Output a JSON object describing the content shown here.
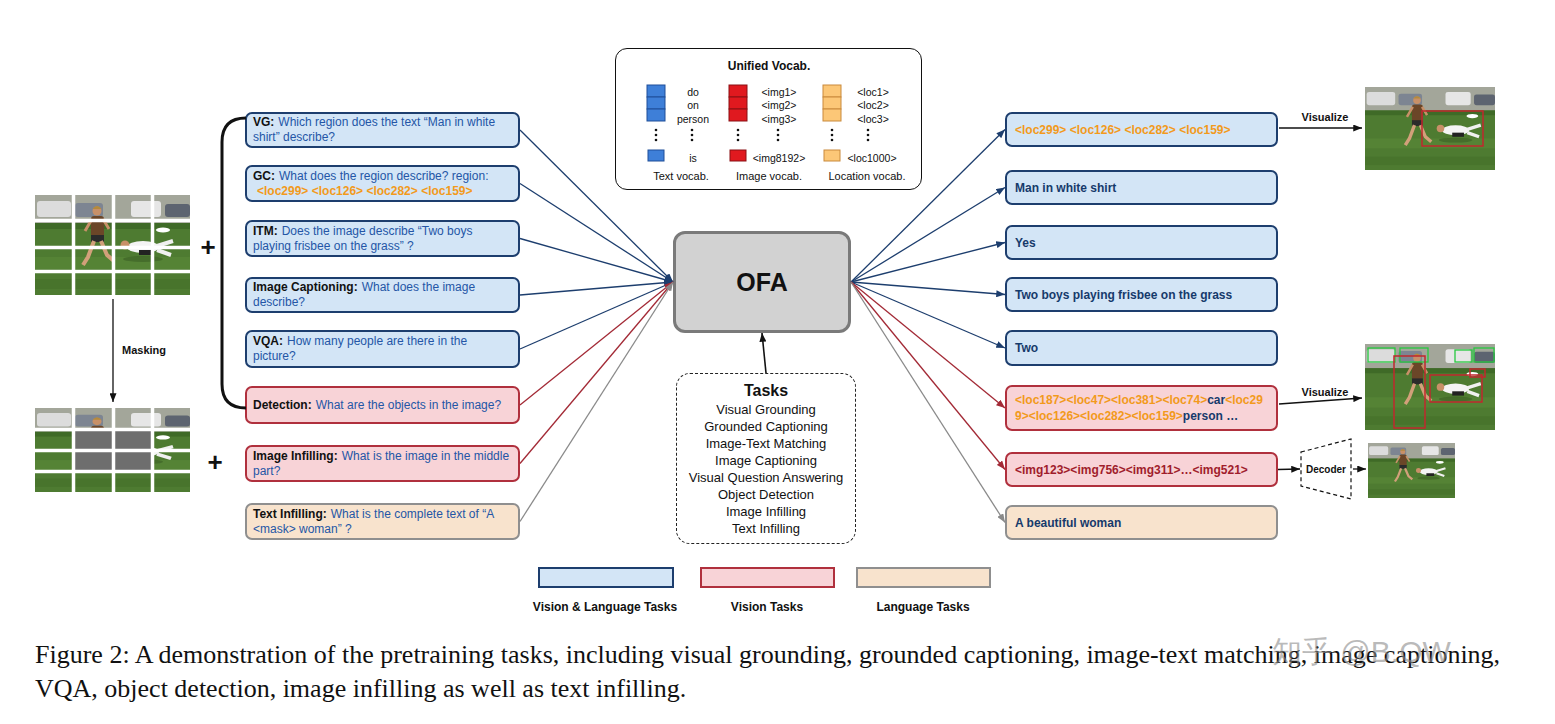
{
  "diagram": {
    "caption": "Figure 2: A demonstration of the pretraining tasks, including visual grounding, grounded captioning, image-text matching, image captioning, VQA, object detection, image infilling as well as text infilling.",
    "nodes": [
      {
        "text": [
          "VG:",
          "Which region does the text “Man in white shirt” describe?"
        ]
      },
      {
        "text": [
          "GC:",
          "What does the region describe? region:",
          "<loc299> <loc126> <loc282> <loc159>"
        ]
      },
      {
        "text": [
          "ITM:",
          "Does the image describe “Two boys playing frisbee on the grass” ?"
        ]
      },
      {
        "text": [
          "Image Captioning:",
          "What does the image describe?"
        ]
      },
      {
        "text": [
          "VQA:",
          "How many people are there in the picture?"
        ]
      },
      {
        "text": [
          "Detection:",
          "What are the objects in the image?"
        ]
      },
      {
        "text": [
          "Image Infilling:",
          "What is the image in the middle part?"
        ]
      },
      {
        "text": [
          "Text Infilling:",
          "What is the complete text of “A <mask> woman” ?"
        ]
      },
      {
        "text": [
          "Unified Vocab.",
          "do",
          "on",
          "person",
          "is",
          "Text vocab.",
          "<img1>",
          "<img2>",
          "<img3>",
          "<img8192>",
          "Image vocab.",
          "<loc1>",
          "<loc2>",
          "<loc3>",
          "<loc1000>",
          "Location vocab."
        ]
      },
      {
        "text": [
          "OFA"
        ]
      },
      {
        "text": [
          "Tasks",
          "Visual Grounding",
          "Grounded Captioning",
          "Image-Text Matching",
          "Image Captioning",
          "Visual Question Answering",
          "Object Detection",
          "Image Infilling",
          "Text Infilling"
        ]
      },
      {
        "text": [
          "<loc299> <loc126> <loc282> <loc159>"
        ]
      },
      {
        "text": [
          "Man in white shirt"
        ]
      },
      {
        "text": [
          "Yes"
        ]
      },
      {
        "text": [
          "Two boys playing frisbee on the grass"
        ]
      },
      {
        "text": [
          "Two"
        ]
      },
      {
        "text": [
          "<loc187><loc47><loc381><loc74>",
          "car",
          "<loc299><loc126><loc282><loc159>",
          "person …"
        ]
      },
      {
        "text": [
          "<img123><img756><img311>…<img521>"
        ]
      },
      {
        "text": [
          "A beautiful woman"
        ]
      },
      {
        "text": [
          "Decoder"
        ]
      }
    ],
    "edges": [
      {
        "from": 0,
        "to": 9,
        "arrow": "to"
      },
      {
        "from": 1,
        "to": 9,
        "arrow": "to"
      },
      {
        "from": 2,
        "to": 9,
        "arrow": "to"
      },
      {
        "from": 3,
        "to": 9,
        "arrow": "to"
      },
      {
        "from": 4,
        "to": 9,
        "arrow": "to"
      },
      {
        "from": 5,
        "to": 9,
        "arrow": "to"
      },
      {
        "from": 6,
        "to": 9,
        "arrow": "to"
      },
      {
        "from": 7,
        "to": 9,
        "arrow": "to"
      },
      {
        "from": 10,
        "to": 9,
        "arrow": "to"
      },
      {
        "from": 9,
        "to": 11,
        "arrow": "to"
      },
      {
        "from": 9,
        "to": 12,
        "arrow": "to"
      },
      {
        "from": 9,
        "to": 13,
        "arrow": "to"
      },
      {
        "from": 9,
        "to": 14,
        "arrow": "to"
      },
      {
        "from": 9,
        "to": 15,
        "arrow": "to"
      },
      {
        "from": 9,
        "to": 16,
        "arrow": "to"
      },
      {
        "from": 9,
        "to": 17,
        "arrow": "to"
      },
      {
        "from": 9,
        "to": 18,
        "arrow": "to"
      },
      {
        "from": 17,
        "to": 19,
        "arrow": "to"
      }
    ],
    "labels": [
      "Masking",
      "+",
      "+",
      "Visualize",
      "Visualize",
      "知乎 @B.QW"
    ],
    "legend": [
      {
        "text": "Vision & Language Tasks",
        "color": "#d3e5f6"
      },
      {
        "text": "Vision Tasks",
        "color": "#f8d3d7"
      },
      {
        "text": "Language Tasks",
        "color": "#f8e3cd"
      }
    ]
  }
}
